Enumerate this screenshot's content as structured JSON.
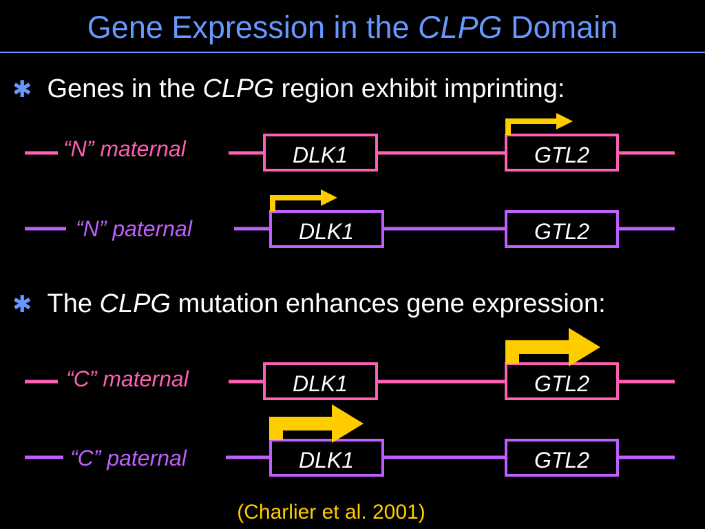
{
  "colors": {
    "background": "#000000",
    "title": "#6699ff",
    "text": "#ffffff",
    "maternal": "#ff5fb4",
    "paternal": "#bf5fff",
    "promoter_arrow": "#ffcc00",
    "citation": "#ffcc00"
  },
  "title": {
    "before": "Gene Expression in the ",
    "italic": "CLPG",
    "after": " Domain"
  },
  "bullets": [
    {
      "icon": "asterisk-icon",
      "glyph": "✱",
      "before": "Genes in the ",
      "italic": "CLPG",
      "after": " region exhibit imprinting:"
    },
    {
      "icon": "asterisk-icon",
      "glyph": "✱",
      "before": "The ",
      "italic": "CLPG",
      "after": " mutation enhances gene expression:"
    }
  ],
  "strands": [
    {
      "label": "“N” maternal",
      "color_key": "maternal",
      "genes": [
        "DLK1",
        "GTL2"
      ],
      "expressed_gene": "GTL2",
      "arrow_strength": "normal"
    },
    {
      "label": "“N” paternal",
      "color_key": "paternal",
      "genes": [
        "DLK1",
        "GTL2"
      ],
      "expressed_gene": "DLK1",
      "arrow_strength": "normal"
    },
    {
      "label": "“C” maternal",
      "color_key": "maternal",
      "genes": [
        "DLK1",
        "GTL2"
      ],
      "expressed_gene": "GTL2",
      "arrow_strength": "enhanced"
    },
    {
      "label": "“C” paternal",
      "color_key": "paternal",
      "genes": [
        "DLK1",
        "GTL2"
      ],
      "expressed_gene": "DLK1",
      "arrow_strength": "enhanced"
    }
  ],
  "citation": "(Charlier et al. 2001)"
}
